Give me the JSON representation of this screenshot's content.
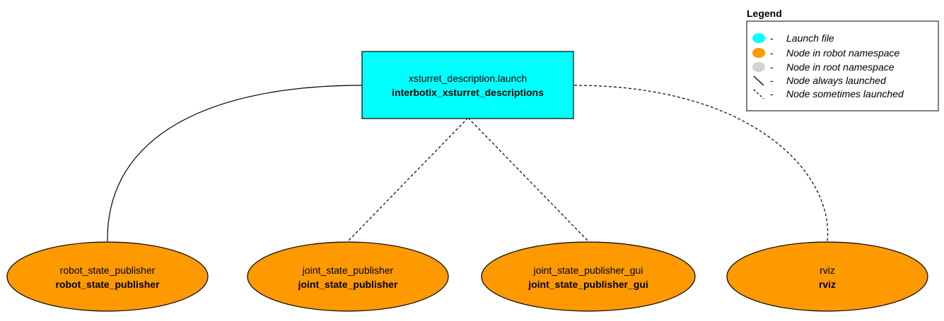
{
  "colors": {
    "launch_file": "#00ffff",
    "robot_namespace": "#ff9900",
    "root_namespace": "#d3d3d3",
    "stroke": "#000000"
  },
  "launch": {
    "file": "xsturret_description.launch",
    "package": "interbotix_xsturret_descriptions"
  },
  "nodes": [
    {
      "name": "robot_state_publisher",
      "pkg": "robot_state_publisher",
      "edge": "always"
    },
    {
      "name": "joint_state_publisher",
      "pkg": "joint_state_publisher",
      "edge": "sometimes"
    },
    {
      "name": "joint_state_publisher_gui",
      "pkg": "joint_state_publisher_gui",
      "edge": "sometimes"
    },
    {
      "name": "rviz",
      "pkg": "rviz",
      "edge": "sometimes"
    }
  ],
  "legend": {
    "title": "Legend",
    "separator": "-",
    "items": [
      {
        "icon": "cyan-ellipse-icon",
        "label": "Launch file"
      },
      {
        "icon": "orange-ellipse-icon",
        "label": "Node in robot namespace"
      },
      {
        "icon": "gray-ellipse-icon",
        "label": "Node in root namespace"
      },
      {
        "icon": "solid-line-icon",
        "label": "Node always launched"
      },
      {
        "icon": "dashed-line-icon",
        "label": "Node sometimes launched"
      }
    ]
  }
}
